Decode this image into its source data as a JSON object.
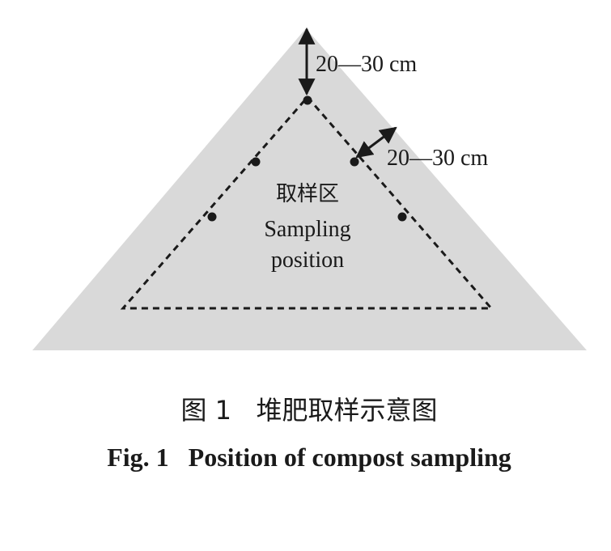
{
  "diagram": {
    "dimension_top": "20—30 cm",
    "dimension_side": "20—30 cm",
    "zone_label_cn": "取样区",
    "zone_label_en_line1": "Sampling",
    "zone_label_en_line2": "position"
  },
  "caption": {
    "cn": "图 1   堆肥取样示意图",
    "en": "Fig. 1   Position of compost sampling"
  },
  "colors": {
    "pile_fill": "#d9d9d9",
    "line": "#1a1a1a"
  }
}
